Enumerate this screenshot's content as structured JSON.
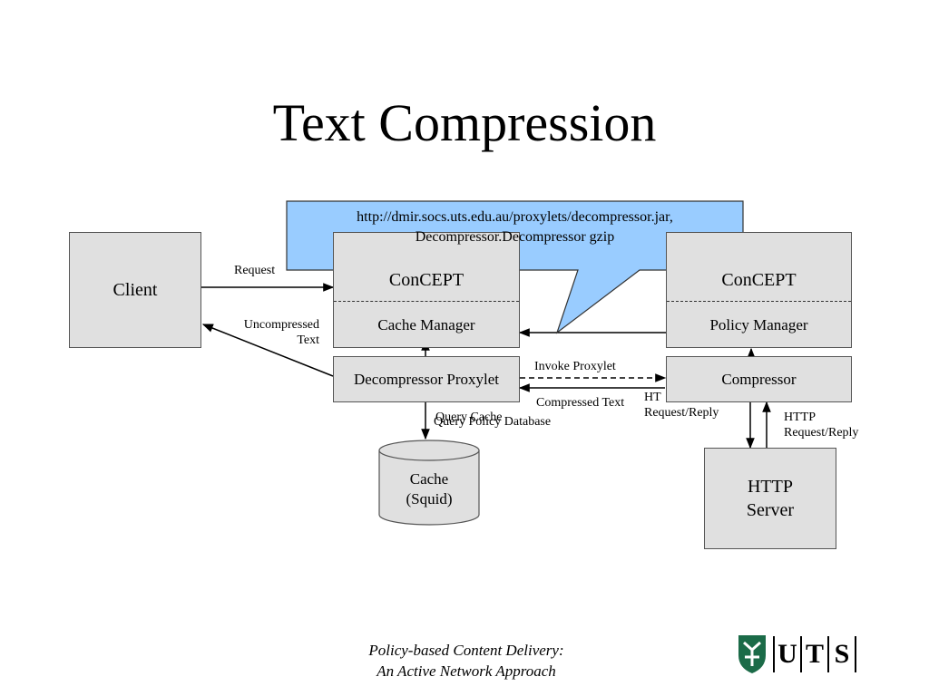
{
  "slide": {
    "title": "Text Compression"
  },
  "nodes": {
    "client": "Client",
    "concept_left_title": "ConCEPT",
    "cache_manager": "Cache Manager",
    "concept_right_title": "ConCEPT",
    "policy_manager": "Policy Manager",
    "decompressor_proxylet": "Decompressor Proxylet",
    "compressor": "Compressor",
    "cache": "Cache\n(Squid)",
    "http_server": "HTTP\nServer"
  },
  "edge_labels": {
    "request": "Request",
    "uncompressed_text": "Uncompressed\nText",
    "invoke_proxylet": "Invoke Proxylet",
    "compressed_text": "Compressed Text",
    "query_cache": "Query Cache",
    "query_policy_database": "Query Policy Database",
    "http_request_reply_partial": "HT\nRequest/Reply",
    "http_request_reply": "HTTP\nRequest/Reply"
  },
  "callout": {
    "text": "http://dmir.socs.uts.edu.au/proxylets/decompressor.jar,\nDecompressor.Decompressor gzip"
  },
  "footer": {
    "line1": "Policy-based Content Delivery:",
    "line2": "An Active Network Approach"
  },
  "logo": {
    "letters": [
      "U",
      "T",
      "S"
    ]
  },
  "colors": {
    "box_fill": "#e0e0e0",
    "callout_fill": "#99ccff",
    "logo_green": "#1b6b48"
  }
}
